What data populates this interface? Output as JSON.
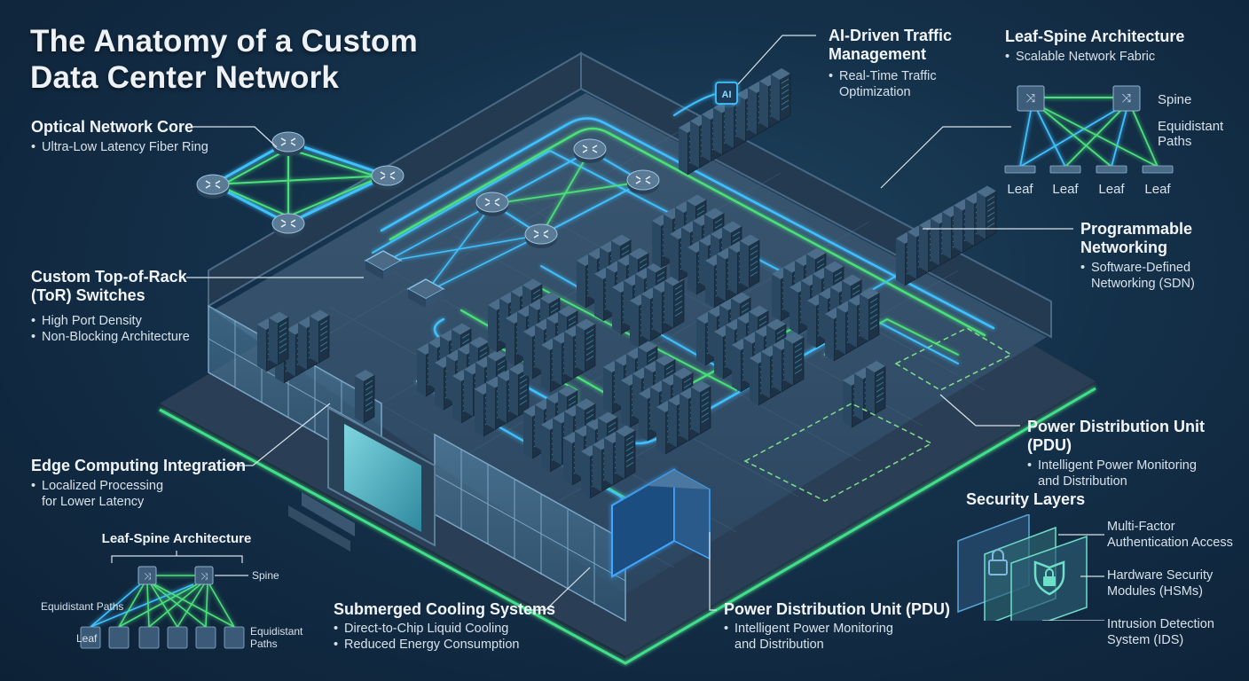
{
  "title": {
    "line1": "The Anatomy of a Custom",
    "line2": "Data Center Network"
  },
  "callouts": {
    "optical_core": {
      "heading": "Optical Network Core",
      "bullets": [
        "Ultra-Low Latency Fiber Ring"
      ]
    },
    "tor": {
      "heading_line1": "Custom Top-of-Rack",
      "heading_line2": "(ToR) Switches",
      "bullets": [
        "High Port Density",
        "Non-Blocking Architecture"
      ]
    },
    "edge": {
      "heading": "Edge Computing Integration",
      "bullet_line1": "Localized Processing",
      "bullet_line2": "for Lower Latency"
    },
    "ai": {
      "heading_line1": "AI-Driven Traffic",
      "heading_line2": "Management",
      "bullet_line1": "Real-Time Traffic",
      "bullet_line2": "Optimization",
      "chip_label": "AI"
    },
    "leaf_spine_top": {
      "heading": "Leaf-Spine Architecture",
      "bullets": [
        "Scalable Network Fabric"
      ],
      "spine_label": "Spine",
      "paths_line1": "Equidistant",
      "paths_line2": "Paths",
      "leaf_labels": [
        "Leaf",
        "Leaf",
        "Leaf",
        "Leaf"
      ]
    },
    "programmable": {
      "heading_line1": "Programmable",
      "heading_line2": "Networking",
      "bullet_line1": "Software-Defined",
      "bullet_line2": "Networking (SDN)"
    },
    "pdu_right": {
      "heading": "Power Distribution Unit (PDU)",
      "bullet_line1": "Intelligent Power Monitoring",
      "bullet_line2": "and Distribution"
    },
    "security": {
      "heading": "Security Layers",
      "items": [
        {
          "line1": "Multi-Factor",
          "line2": "Authentication Access"
        },
        {
          "line1": "Hardware Security",
          "line2": "Modules (HSMs)"
        },
        {
          "line1": "Intrusion Detection",
          "line2": "System (IDS)"
        }
      ]
    },
    "leaf_spine_bottom": {
      "heading": "Leaf-Spine Architecture",
      "spine_label": "Spine",
      "paths_left": "Equidistant Paths",
      "leaf_label": "Leaf",
      "paths_right_line1": "Equidistant",
      "paths_right_line2": "Paths"
    },
    "cooling": {
      "heading": "Submerged Cooling Systems",
      "bullets": [
        "Direct-to-Chip Liquid Cooling",
        "Reduced Energy Consumption"
      ]
    },
    "pdu_bottom": {
      "heading": "Power Distribution Unit (PDU)",
      "bullet_line1": "Intelligent Power Monitoring",
      "bullet_line2": "and Distribution"
    }
  },
  "colors": {
    "fiber_blue": "#3fc1ff",
    "fiber_green": "#4be07a",
    "floor_glow": "#36d17a",
    "background": "#143049"
  }
}
